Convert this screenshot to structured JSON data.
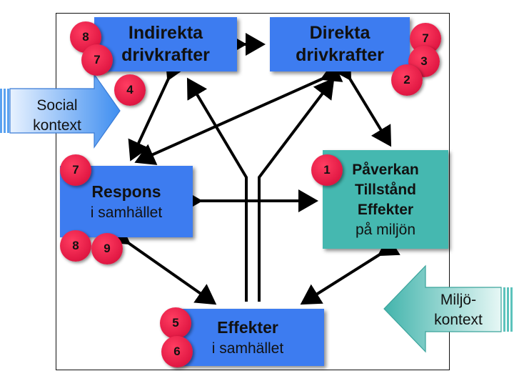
{
  "boxes": {
    "indirect": {
      "line1": "Indirekta",
      "line2": "drivkrafter"
    },
    "direct": {
      "line1": "Direkta",
      "line2": "drivkrafter"
    },
    "response": {
      "line1": "Respons",
      "line2": "i samhället"
    },
    "pressure": {
      "line1": "Påverkan",
      "line2": "Tillstånd",
      "line3": "Effekter",
      "line4": "på miljön"
    },
    "effects": {
      "line1": "Effekter",
      "line2": "i samhället"
    }
  },
  "context": {
    "social": {
      "line1": "Social",
      "line2": "kontext"
    },
    "environment": {
      "line1": "Miljö-",
      "line2": "kontext"
    }
  },
  "badges": {
    "indirect": [
      "8",
      "7",
      "4"
    ],
    "direct": [
      "7",
      "3",
      "2"
    ],
    "response_top": "7",
    "response_bottom": [
      "8",
      "9"
    ],
    "pressure": "1",
    "effects": [
      "5",
      "6"
    ]
  },
  "colors": {
    "box_blue": "#3d7cf0",
    "box_teal": "#45b8b0",
    "badge_red": "#e31a45",
    "arrow_blue": "#5aa2f0",
    "arrow_teal": "#5cc3bc"
  }
}
